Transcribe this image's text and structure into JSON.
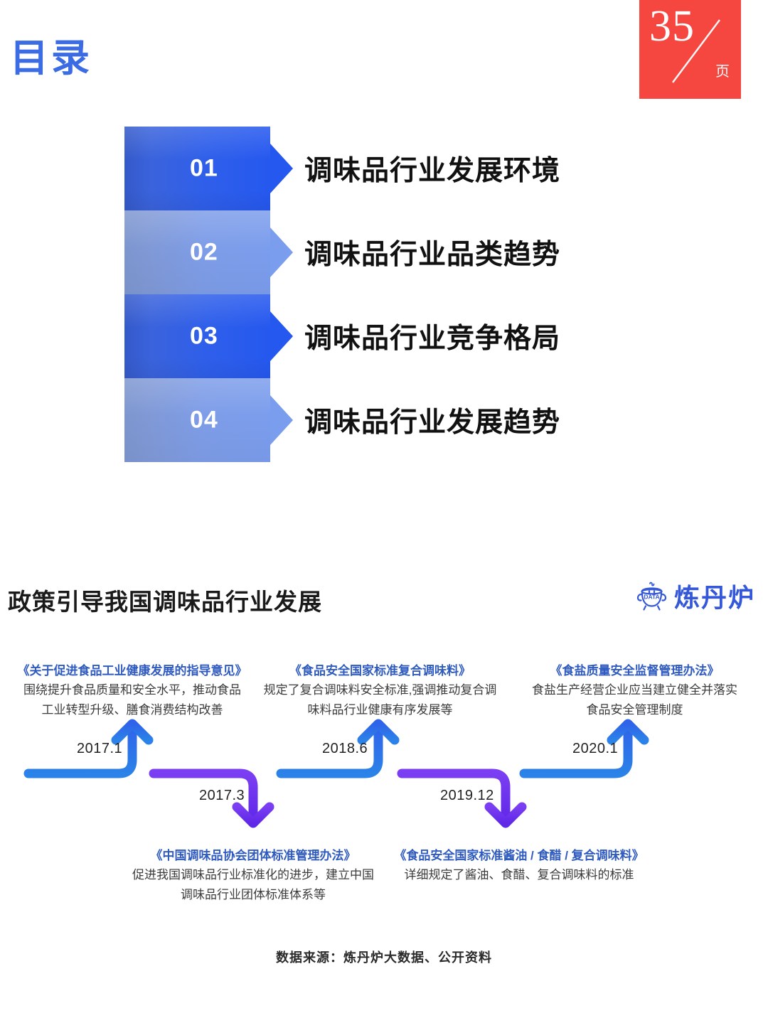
{
  "page": {
    "number": "35",
    "unit": "页",
    "badge_color": "#f54740"
  },
  "toc": {
    "title": "目录",
    "title_color": "#3c6ce4",
    "items": [
      {
        "num": "01",
        "label": "调味品行业发展环境",
        "tone": "dark",
        "color": "#2558ef"
      },
      {
        "num": "02",
        "label": "调味品行业品类趋势",
        "tone": "light",
        "color": "#7b9ded"
      },
      {
        "num": "03",
        "label": "调味品行业竞争格局",
        "tone": "dark",
        "color": "#2558ef"
      },
      {
        "num": "04",
        "label": "调味品行业发展趋势",
        "tone": "light",
        "color": "#7b9ded"
      }
    ]
  },
  "section": {
    "title": "政策引导我国调味品行业发展",
    "brand": {
      "name": "炼丹炉",
      "icon_label": "DATA",
      "color": "#3558d8"
    }
  },
  "timeline": {
    "up_color": "#2b76e8",
    "down_color": "#6c33ef",
    "events": [
      {
        "date": "2017.1",
        "direction": "up",
        "heading": "《关于促进食品工业健康发展的指导意见》",
        "lines": [
          "围绕提升食品质量和安全水平，推动食品",
          "工业转型升级、膳食消费结构改善"
        ]
      },
      {
        "date": "2017.3",
        "direction": "down",
        "heading": "《中国调味品协会团体标准管理办法》",
        "lines": [
          "促进我国调味品行业标准化的进步，建立中国",
          "调味品行业团体标准体系等"
        ]
      },
      {
        "date": "2018.6",
        "direction": "up",
        "heading": "《食品安全国家标准复合调味料》",
        "lines": [
          "规定了复合调味料安全标准,强调推动复合调",
          "味料品行业健康有序发展等"
        ]
      },
      {
        "date": "2019.12",
        "direction": "down",
        "heading": "《食品安全国家标准酱油 / 食醋 / 复合调味料》",
        "lines": [
          "详细规定了酱油、食醋、复合调味料的标准"
        ]
      },
      {
        "date": "2020.1",
        "direction": "up",
        "heading": "《食盐质量安全监督管理办法》",
        "lines": [
          "食盐生产经营企业应当建立健全并落实",
          "食品安全管理制度"
        ]
      }
    ]
  },
  "footer": {
    "source": "数据来源：炼丹炉大数据、公开资料"
  }
}
